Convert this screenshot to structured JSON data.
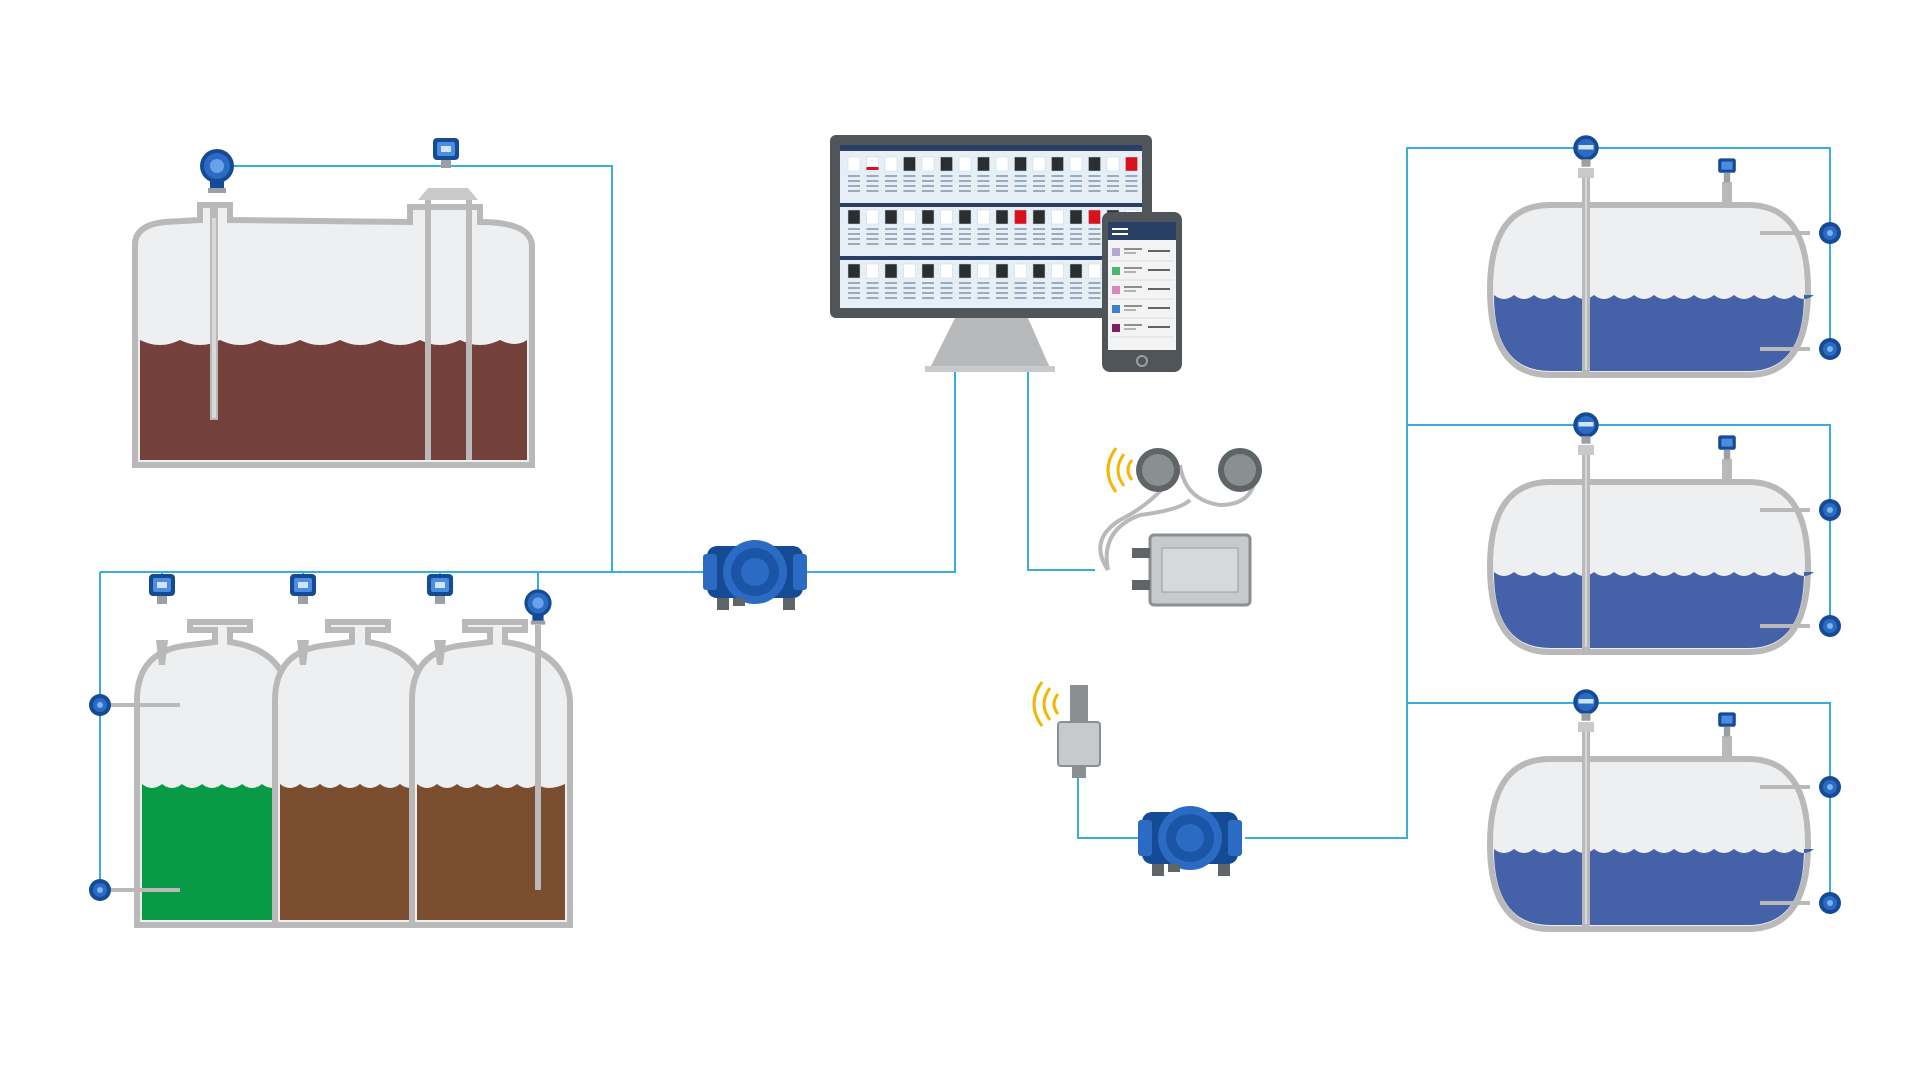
{
  "colors": {
    "background": "#ffffff",
    "signal_line": "#3aaed8",
    "tank_wall": "#b9b9b9",
    "tank_air": "#eeeff0",
    "liquid_brown_dark": "#74403a",
    "liquid_green": "#089a45",
    "liquid_brown": "#7a4e2e",
    "liquid_blue": "#4562a8",
    "device_blue": "#2b6bc4",
    "device_blue_dark": "#154a94",
    "monitor_frame": "#4f5558",
    "monitor_stand": "#b7b9bb",
    "alarm_red": "#d9111c",
    "wireless_yellow": "#f2b705",
    "gateway_grey": "#c8c9ca"
  },
  "icons": [
    "radar-level-transmitter-icon",
    "guided-wave-radar-icon",
    "wireless-gateway-icon",
    "flange-mounted-sensor-icon",
    "monitor-icon",
    "smartphone-icon",
    "wireless-signal-icon",
    "wireless-adapter-icon"
  ],
  "monitor": {
    "rows": [
      [
        "light",
        "dark-red",
        "light",
        "dark",
        "light",
        "dark",
        "light",
        "dark",
        "light",
        "dark",
        "light",
        "dark",
        "light",
        "dark",
        "light",
        "red"
      ],
      [
        "dark",
        "light",
        "dark",
        "light",
        "dark",
        "light",
        "dark",
        "light",
        "dark",
        "red",
        "dark",
        "light",
        "dark",
        "red",
        "dark",
        "light"
      ],
      [
        "dark",
        "light",
        "dark",
        "light",
        "dark",
        "light",
        "dark",
        "light",
        "dark",
        "light",
        "dark",
        "light",
        "dark",
        "light",
        "dark",
        "light"
      ]
    ]
  },
  "phone": {
    "item_colors": [
      "#b1a8d8",
      "#52b36b",
      "#d987b9",
      "#3b7fce",
      "#7b1f6d"
    ]
  }
}
